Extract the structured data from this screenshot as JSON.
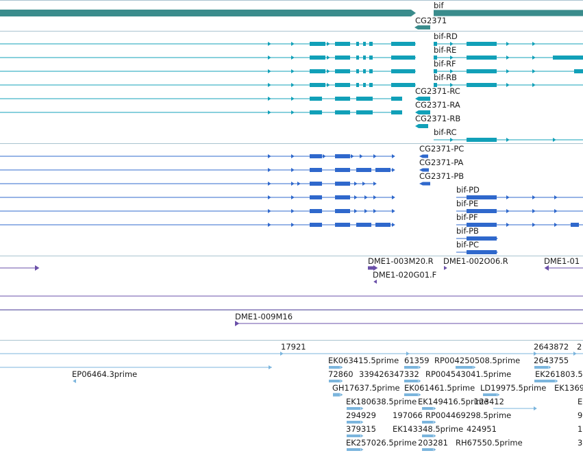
{
  "colors": {
    "gene": "#3a8c8c",
    "transcript": "#11a0b8",
    "protein": "#2f68cc",
    "probe": "#6a4fa8",
    "est": "#7bb5dd",
    "separator": "#a9c3cf",
    "label": "#1a1a1a"
  },
  "icons": [
    "arrow-right-icon",
    "arrow-left-icon"
  ],
  "tracks": {
    "genes": {
      "labels": [
        "bif",
        "CG2371"
      ]
    },
    "transcripts": {
      "labels": [
        "bif-RD",
        "bif-RE",
        "bif-RF",
        "bif-RB",
        "CG2371-RC",
        "CG2371-RA",
        "CG2371-RB",
        "bif-RC"
      ]
    },
    "proteins": {
      "labels": [
        "CG2371-PC",
        "CG2371-PA",
        "CG2371-PB",
        "bif-PD",
        "bif-PE",
        "bif-PF",
        "bif-PB",
        "bif-PC"
      ]
    },
    "probes": {
      "labels": [
        "DME1-003M20.R",
        "DME1-002O06.R",
        "DME1-01",
        "DME1-020G01.F"
      ]
    },
    "clone": {
      "labels": [
        "DME1-009M16"
      ]
    },
    "ests": {
      "labels": [
        "17921",
        "2643872",
        "2",
        "EK063415.5prime",
        "61359",
        "RP004250508.5prime",
        "2643755",
        "EP06464.3prime",
        "72860",
        "339426347332",
        "RP004543041.5prime",
        "EK261803.5",
        "GH17637.5prime",
        "EK061461.5prime",
        "LD19975.5prime",
        "EK1369",
        "EK180638.5prime",
        "EK149416.5prime",
        "123412",
        "E",
        "294929",
        "197066",
        "RP004469298.5prime",
        "9",
        "379315",
        "EK143348.5prime",
        "424951",
        "1",
        "EK257026.5prime",
        "203281",
        "RH67550.5prime",
        "3"
      ]
    }
  }
}
